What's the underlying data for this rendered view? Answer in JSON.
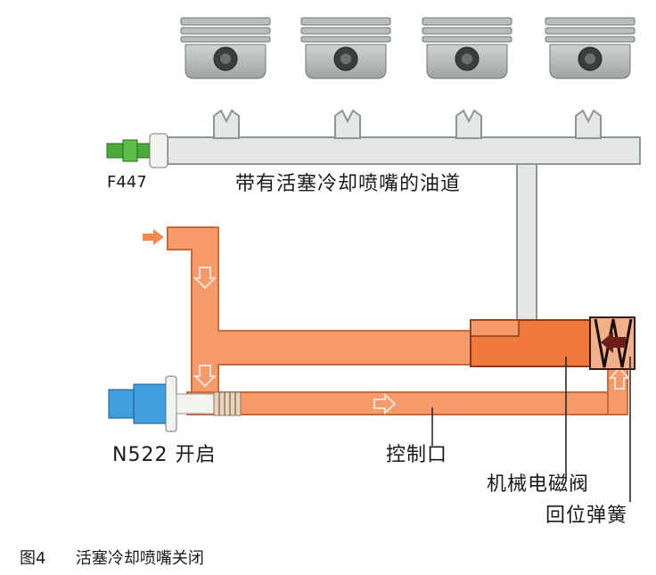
{
  "labels": {
    "sensor": "F447",
    "gallery": "带有活塞冷却喷嘴的油道",
    "valve_open": "N522 开启",
    "control_port": "控制口",
    "mech_valve": "机械电磁阀",
    "return_spring": "回位弹簧"
  },
  "caption": {
    "figure": "图4",
    "title": "活塞冷却喷嘴关闭"
  },
  "colors": {
    "oil_orange": "#f59a6b",
    "oil_orange_dark": "#c96a3e",
    "valve_orange": "#ef7a3c",
    "gallery_fill": "#e4e7e6",
    "gallery_stroke": "#8e9696",
    "sensor_green": "#4caa3c",
    "solenoid_blue": "#3f9edc",
    "spring_arrow": "#6b1f1a"
  }
}
